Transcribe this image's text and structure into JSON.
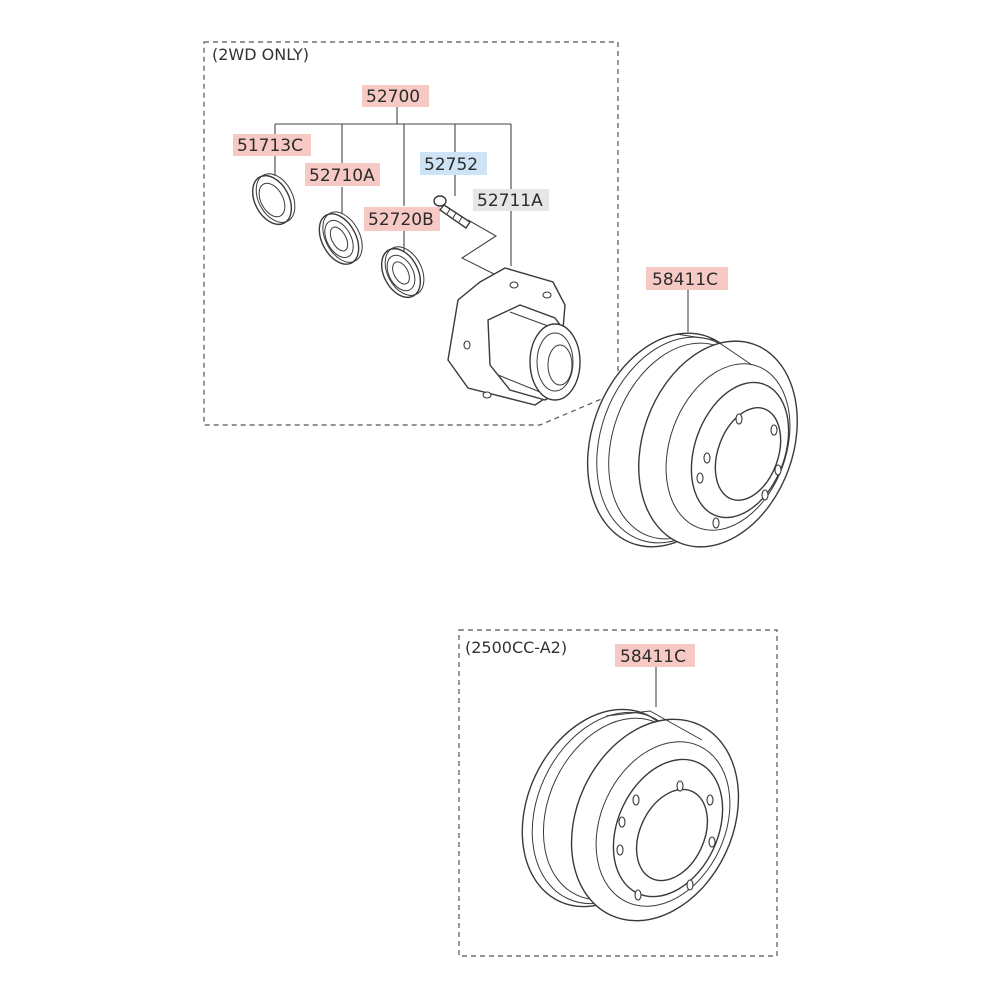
{
  "colors": {
    "highlight_red": "#f6c9c4",
    "highlight_blue": "#cfe3f7",
    "highlight_gray": "#e6e6e6"
  },
  "groups": {
    "top_note": "(2WD ONLY)",
    "bottom_note": "(2500CC-A2)"
  },
  "parts": {
    "p52700": "52700",
    "p51713C": "51713C",
    "p52710A": "52710A",
    "p52752": "52752",
    "p52711A": "52711A",
    "p52720B": "52720B",
    "p58411C_top": "58411C",
    "p58411C_bottom": "58411C"
  }
}
